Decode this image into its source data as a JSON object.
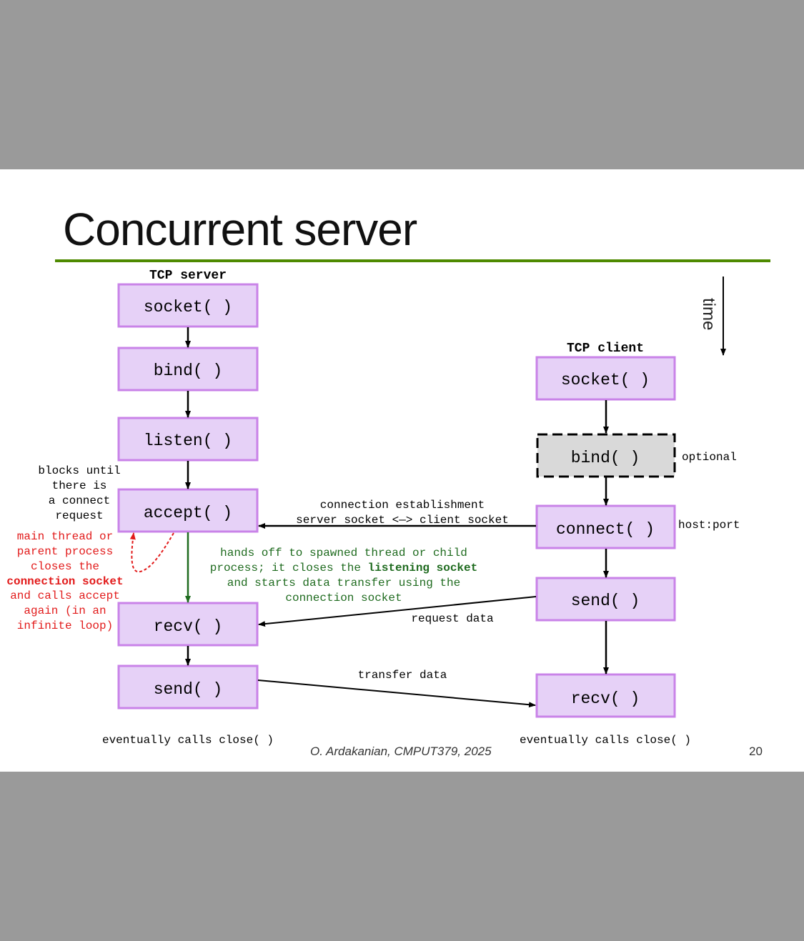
{
  "slide": {
    "title": "Concurrent server",
    "footer_author": "O. Ardakanian, CMPUT379, 2025",
    "page_number": "20"
  },
  "server": {
    "label": "TCP server",
    "calls": [
      "socket( )",
      "bind( )",
      "listen( )",
      "accept( )",
      "recv( )",
      "send( )"
    ],
    "close_note": "eventually calls close( )",
    "accept_note": [
      "blocks until",
      "there is",
      "a connect",
      "request"
    ],
    "main_thread_note": [
      "main thread or",
      "parent process",
      "closes the",
      "connection socket",
      "and calls accept",
      "again (in an",
      "infinite loop)"
    ],
    "handoff_note": {
      "line1": "hands off to spawned thread or child",
      "line2_pre": "process; it closes the ",
      "line2_bold": "listening socket",
      "line3": "and starts data transfer using the",
      "line4": "connection socket"
    }
  },
  "client": {
    "label": "TCP client",
    "calls": [
      "socket( )",
      "bind( )",
      "connect( )",
      "send( )",
      "recv( )"
    ],
    "optional_label": "optional",
    "connect_note": "host:port",
    "close_note": "eventually calls close( )"
  },
  "messages": {
    "connection_line1": "connection establishment",
    "connection_line2": "server socket <—> client socket",
    "request": "request data",
    "transfer": "transfer data"
  },
  "time_label": "time",
  "colors": {
    "box_fill": "#e6d1f7",
    "box_border": "#c983e8",
    "optional_fill": "#d9d9d9",
    "title_rule": "#4e8a00",
    "red_note": "#e21b1b",
    "green_note": "#1f6b1f"
  }
}
